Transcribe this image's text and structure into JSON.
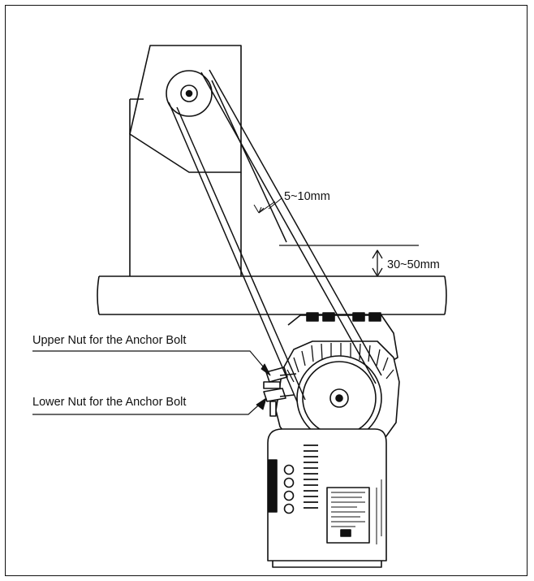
{
  "labels": {
    "belt_deflection": "5~10mm",
    "clearance": "30~50mm",
    "upper_nut": "Upper Nut for the Anchor Bolt",
    "lower_nut": "Lower Nut for the Anchor Bolt"
  }
}
